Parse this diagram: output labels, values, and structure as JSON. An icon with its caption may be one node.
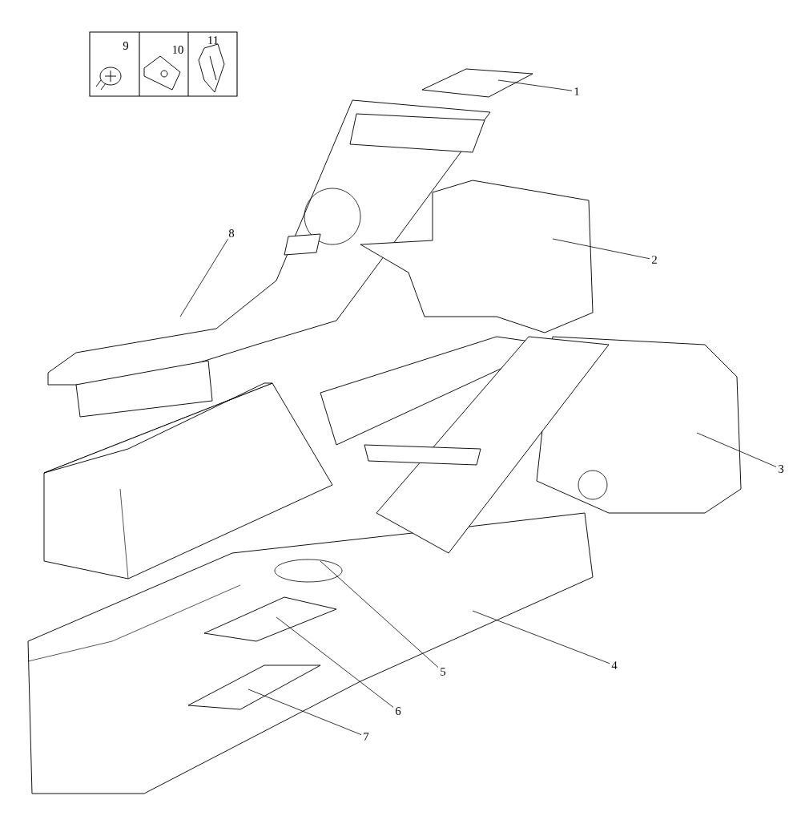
{
  "diagram": {
    "nodes": [
      {
        "text": [
          "1"
        ]
      },
      {
        "text": [
          "2"
        ]
      },
      {
        "text": [
          "3"
        ]
      },
      {
        "text": [
          "4"
        ]
      },
      {
        "text": [
          "5"
        ]
      },
      {
        "text": [
          "6"
        ]
      },
      {
        "text": [
          "7"
        ]
      },
      {
        "text": [
          "8"
        ]
      }
    ],
    "edges": [
      {
        "from": 0,
        "to": null,
        "arrow": "none"
      },
      {
        "from": 1,
        "to": null,
        "arrow": "none"
      },
      {
        "from": 2,
        "to": null,
        "arrow": "none"
      },
      {
        "from": 3,
        "to": null,
        "arrow": "none"
      },
      {
        "from": 4,
        "to": null,
        "arrow": "none"
      },
      {
        "from": 5,
        "to": null,
        "arrow": "none"
      },
      {
        "from": 6,
        "to": null,
        "arrow": "none"
      },
      {
        "from": 7,
        "to": null,
        "arrow": "none"
      }
    ],
    "labels": [
      "9",
      "10",
      "11"
    ]
  }
}
